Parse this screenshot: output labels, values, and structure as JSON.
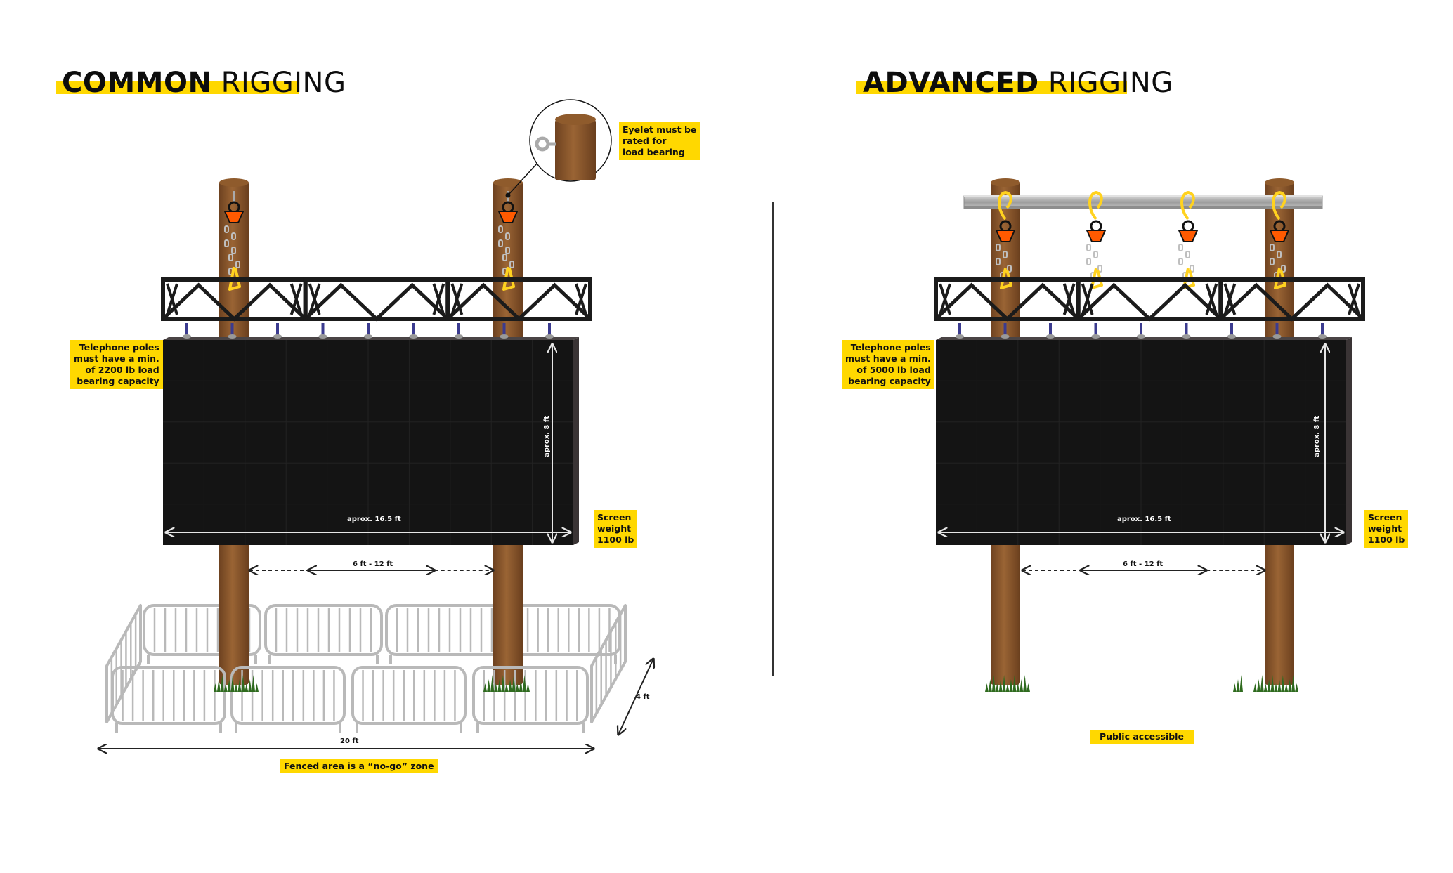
{
  "common": {
    "title_bold": "COMMON",
    "title_rest": " RIGGING",
    "eyelet_note": [
      "Eyelet must be",
      "rated for",
      "load bearing"
    ],
    "poles_note": [
      "Telephone poles",
      "must have a min.",
      "of 2200 lb load",
      "bearing capacity"
    ],
    "screen_note": [
      "Screen",
      "weight",
      "1100 lb"
    ],
    "height_label": "aprox. 8 ft",
    "width_label": "aprox. 16.5 ft",
    "spacing_label": "6 ft - 12 ft",
    "fence_width_label": "20 ft",
    "fence_depth_label": "4 ft",
    "fence_note": "Fenced area is a “no-go” zone"
  },
  "advanced": {
    "title_bold": "ADVANCED",
    "title_rest": " RIGGING",
    "poles_note": [
      "Telephone poles",
      "must have a min.",
      "of 5000 lb load",
      "bearing capacity"
    ],
    "screen_note": [
      "Screen",
      "weight",
      "1100 lb"
    ],
    "height_label": "aprox. 8 ft",
    "width_label": "aprox. 16.5 ft",
    "spacing_label": "6 ft - 12 ft",
    "public_note": "Public accessible"
  },
  "colors": {
    "highlight": "#ffd800",
    "pole": "#8b5a2b",
    "screen": "#141414",
    "truss": "#1b1b1b",
    "hoist": "#ff5a00",
    "sling": "#ffd21f",
    "fence": "#b9b9b9",
    "grass": "#2f6b1f"
  }
}
